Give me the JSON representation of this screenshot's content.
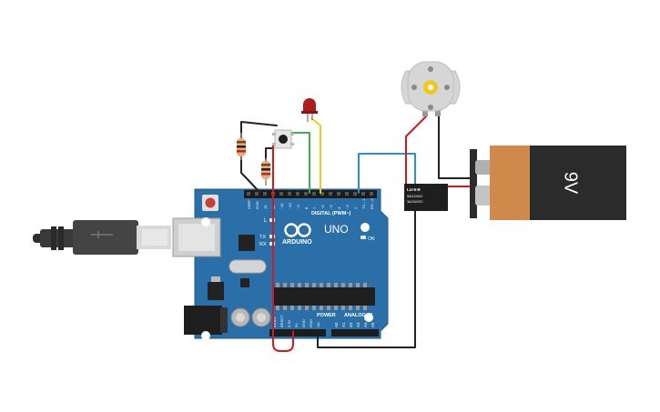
{
  "arduino": {
    "brand": "ARDUINO",
    "model": "UNO",
    "digital_label": "DIGITAL (PWM~)",
    "power_label": "POWER",
    "analog_label": "ANALOG IN",
    "on_label": "ON",
    "led_l": "L",
    "led_tx": "TX",
    "led_rx": "RX",
    "aref": "AREF",
    "gnd": "GND",
    "digital_pins": [
      "13",
      "12",
      "~11",
      "~10",
      "~9",
      "8",
      "7",
      "~6",
      "~5",
      "4",
      "~3",
      "2",
      "TX→1",
      "RX←0"
    ],
    "power_pins": [
      "IOREF",
      "RESET",
      "3.3V",
      "5V",
      "GND",
      "GND",
      "Vin"
    ],
    "analog_pins": [
      "A0",
      "A1",
      "A2",
      "A3",
      "A4",
      "A5"
    ]
  },
  "relay": {
    "model": "LU-5-R",
    "spec1": "5A/12VAC",
    "spec2": "3A/24VDC"
  },
  "battery": {
    "label": "9V"
  },
  "colors": {
    "board": "#2b6fa8",
    "board_dark": "#1f5a8c",
    "wire_black": "#222222",
    "wire_red": "#d3191c",
    "wire_green": "#3ab54a",
    "wire_yellow": "#f2c81e",
    "wire_blue": "#2a8fd0",
    "battery_copper": "#d0894a",
    "battery_black": "#2b2b2b"
  }
}
